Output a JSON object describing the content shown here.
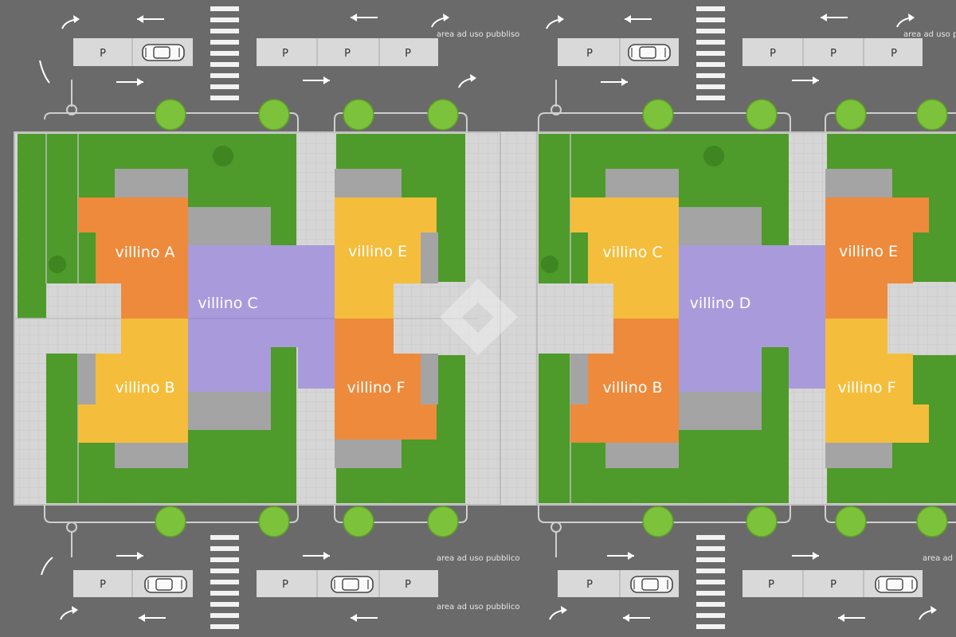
{
  "villas": {
    "a": "villino A",
    "b": "villino B",
    "c": "villino C",
    "e": "villino E",
    "f": "villino F",
    "c2": "villino C",
    "d": "villino D",
    "b2": "villino B",
    "e2": "villino E",
    "f2": "villino F"
  },
  "parking_symbol": "P",
  "public_area_note": "area ad uso pubblico",
  "public_area_note_variant": "area ad uso pubbliso",
  "colors": {
    "road": "#6a6a6a",
    "lawn": "#4e9a2a",
    "paving": "#d6d6d6",
    "orange_villa": "#ee8a3c",
    "yellow_villa": "#f4be3c",
    "purple_villa": "#a99bdb",
    "roof_grey": "#a4a4a4",
    "tree": "#7cc23a",
    "parking": "#d9d9d9"
  }
}
